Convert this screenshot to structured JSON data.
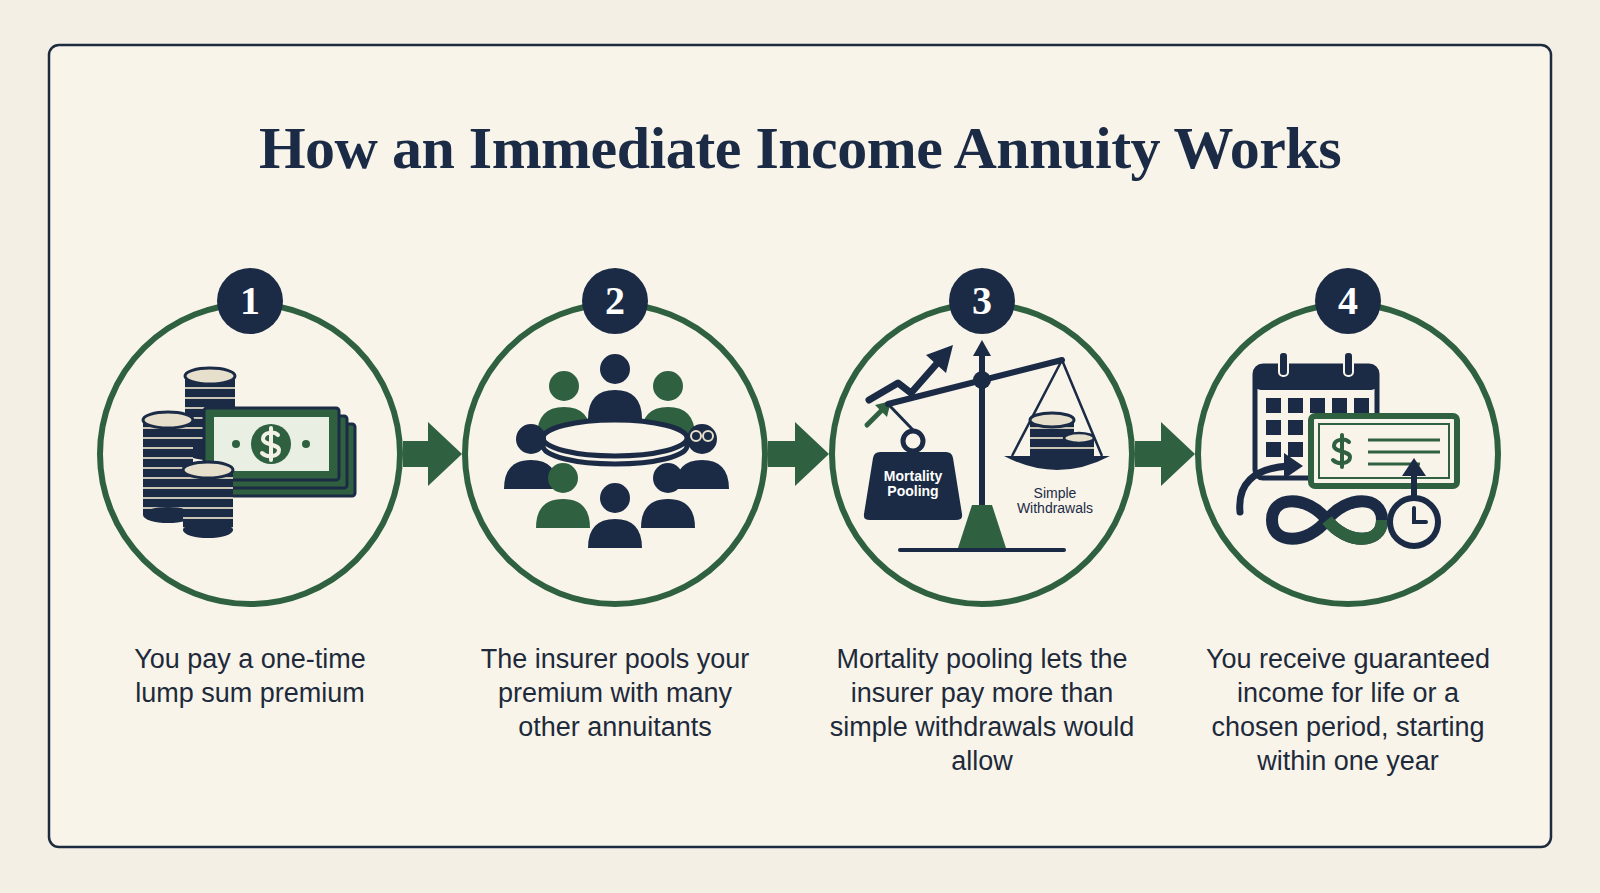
{
  "diagram": {
    "title": "How an Immediate Income Annuity Works",
    "nodes": [
      {
        "text": [
          "1",
          "You pay a one-time lump sum premium"
        ]
      },
      {
        "text": [
          "2",
          "The insurer pools your premium with many other annuitants"
        ]
      },
      {
        "text": [
          "3",
          "Mortality pooling lets the insurer pay more than simple withdrawals would allow"
        ]
      },
      {
        "text": [
          "4",
          "You receive guaranteed income for life or a chosen period, starting within one year"
        ]
      }
    ],
    "edges": [
      {
        "from": 0,
        "to": 1,
        "arrow": "to"
      },
      {
        "from": 1,
        "to": 2,
        "arrow": "to"
      },
      {
        "from": 2,
        "to": 3,
        "arrow": "to"
      }
    ],
    "labels": [
      "Mortality Pooling",
      "Simple Withdrawals"
    ]
  }
}
